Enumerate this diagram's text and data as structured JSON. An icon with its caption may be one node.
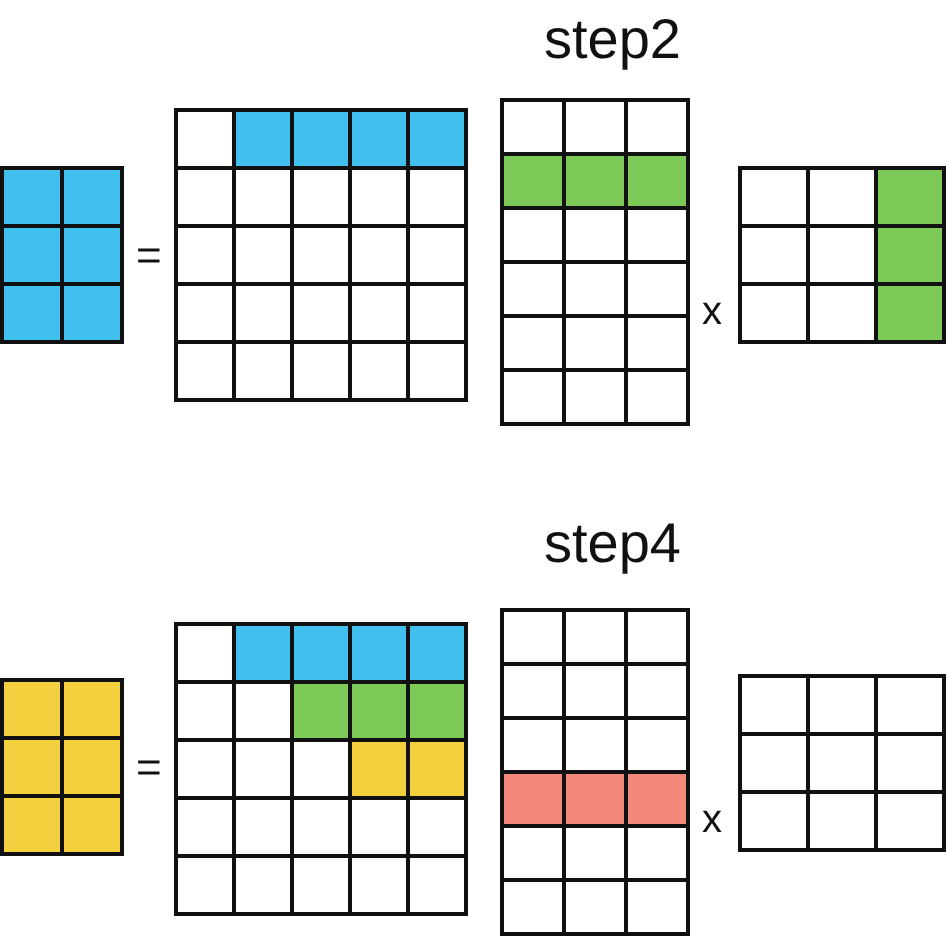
{
  "diagram": {
    "labels": [
      "step2",
      "=",
      "x",
      "step4",
      "=",
      "x"
    ]
  }
}
